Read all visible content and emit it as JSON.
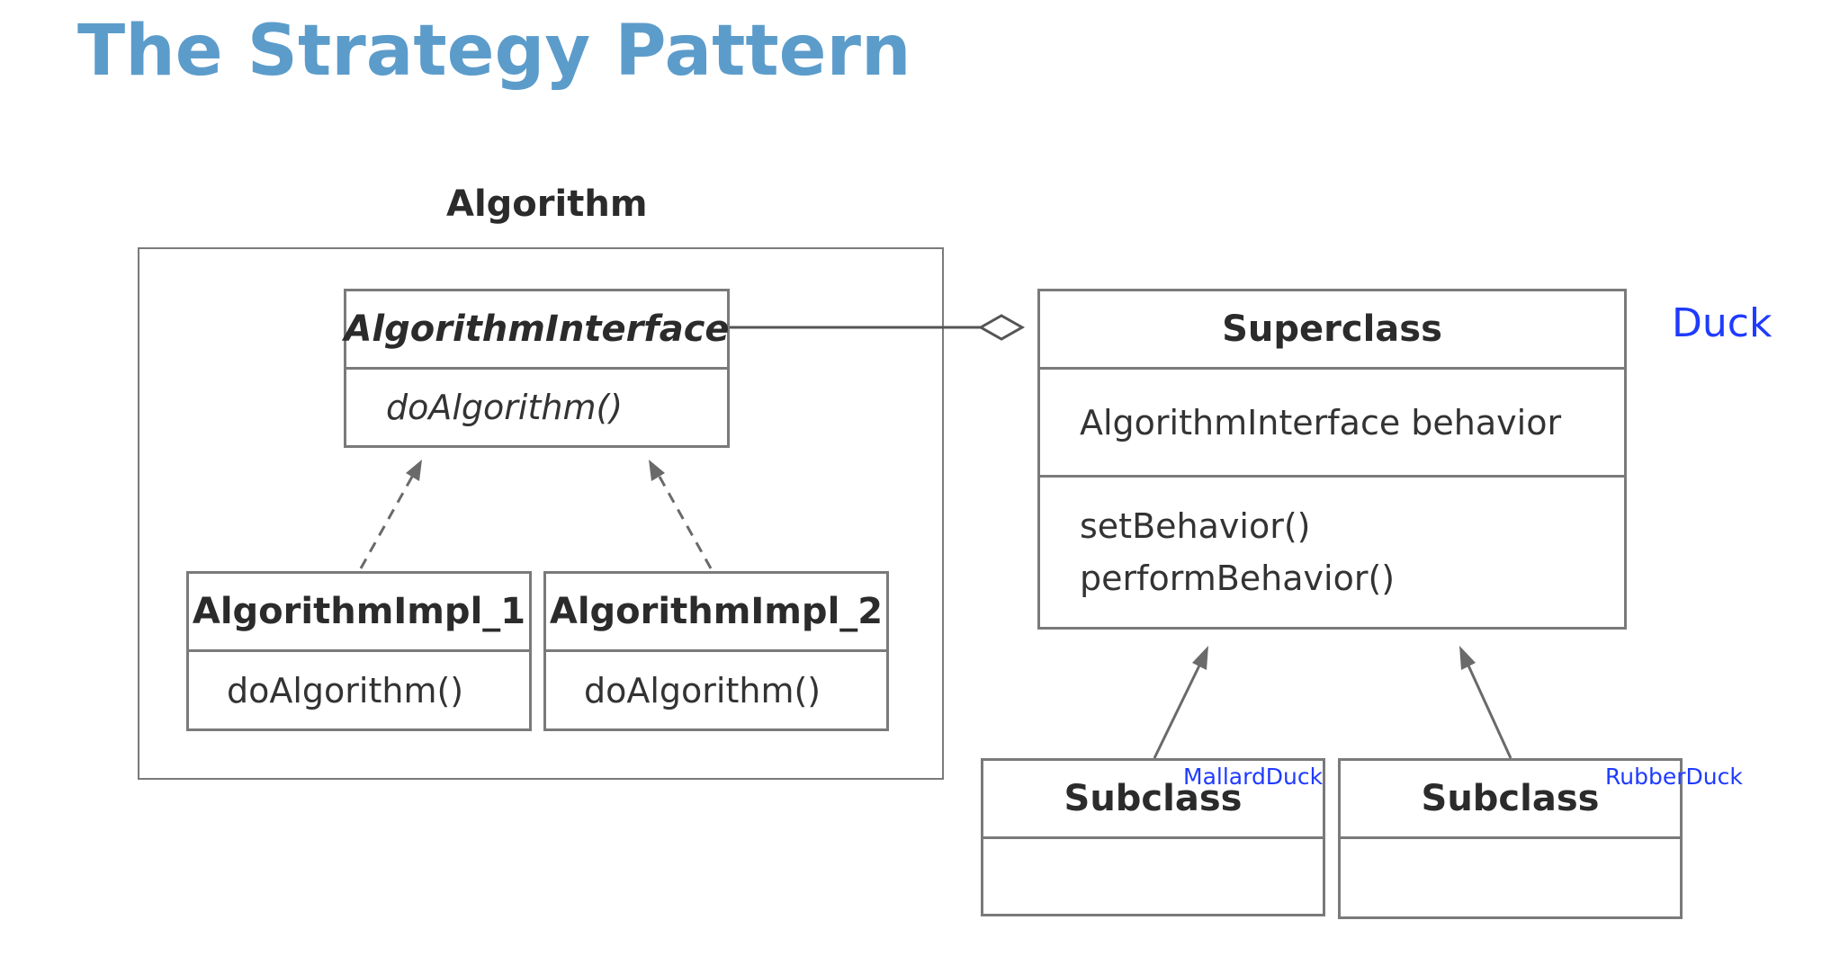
{
  "title": "The Strategy Pattern",
  "algorithm_group": {
    "label": "Algorithm",
    "interface": {
      "name": "AlgorithmInterface",
      "method": "doAlgorithm()"
    },
    "impl_1": {
      "name": "AlgorithmImpl_1",
      "method": "doAlgorithm()"
    },
    "impl_2": {
      "name": "AlgorithmImpl_2",
      "method": "doAlgorithm()"
    }
  },
  "superclass": {
    "name": "Superclass",
    "field": "AlgorithmInterface behavior",
    "methods": [
      "setBehavior()",
      "performBehavior()"
    ]
  },
  "subclass_1": {
    "name": "Subclass",
    "annotation": "MallardDuck"
  },
  "subclass_2": {
    "name": "Subclass",
    "annotation": "RubberDuck"
  },
  "superclass_annotation": "Duck",
  "colors": {
    "title": "#5c9ccb",
    "annotation": "#1f3bff",
    "border": "#7a7a7a",
    "arrow": "#6a6a6a"
  }
}
